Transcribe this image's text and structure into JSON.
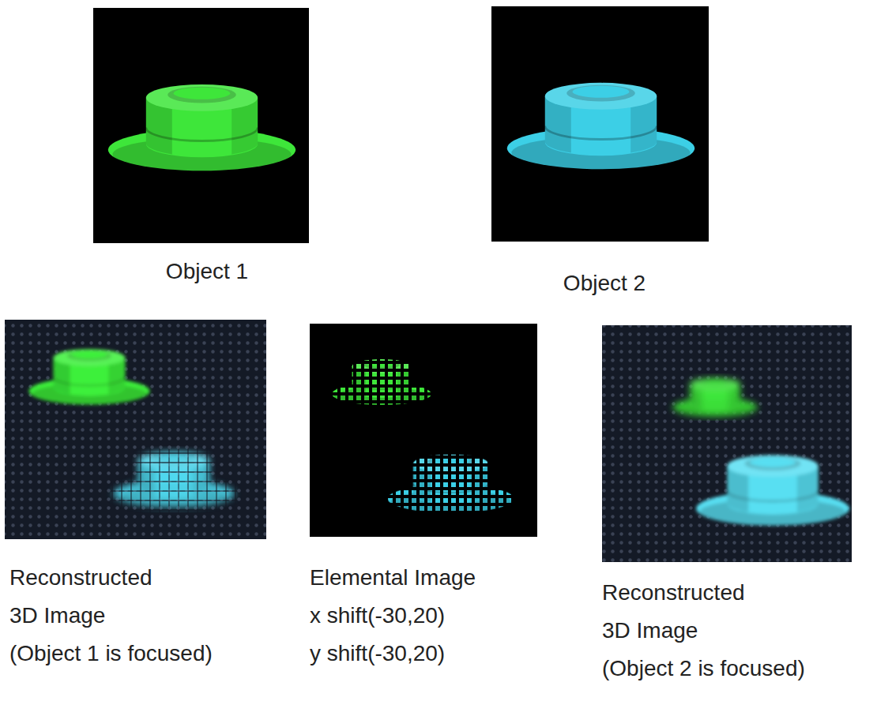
{
  "diagram": {
    "labels": [
      "Object 1",
      "Object 2",
      "Reconstructed",
      "3D Image",
      "(Object 1 is focused)",
      "Elemental Image",
      "x shift(-30,20)",
      "y shift(-30,20)",
      "Reconstructed",
      "3D Image",
      "(Object 2 is focused)"
    ]
  }
}
